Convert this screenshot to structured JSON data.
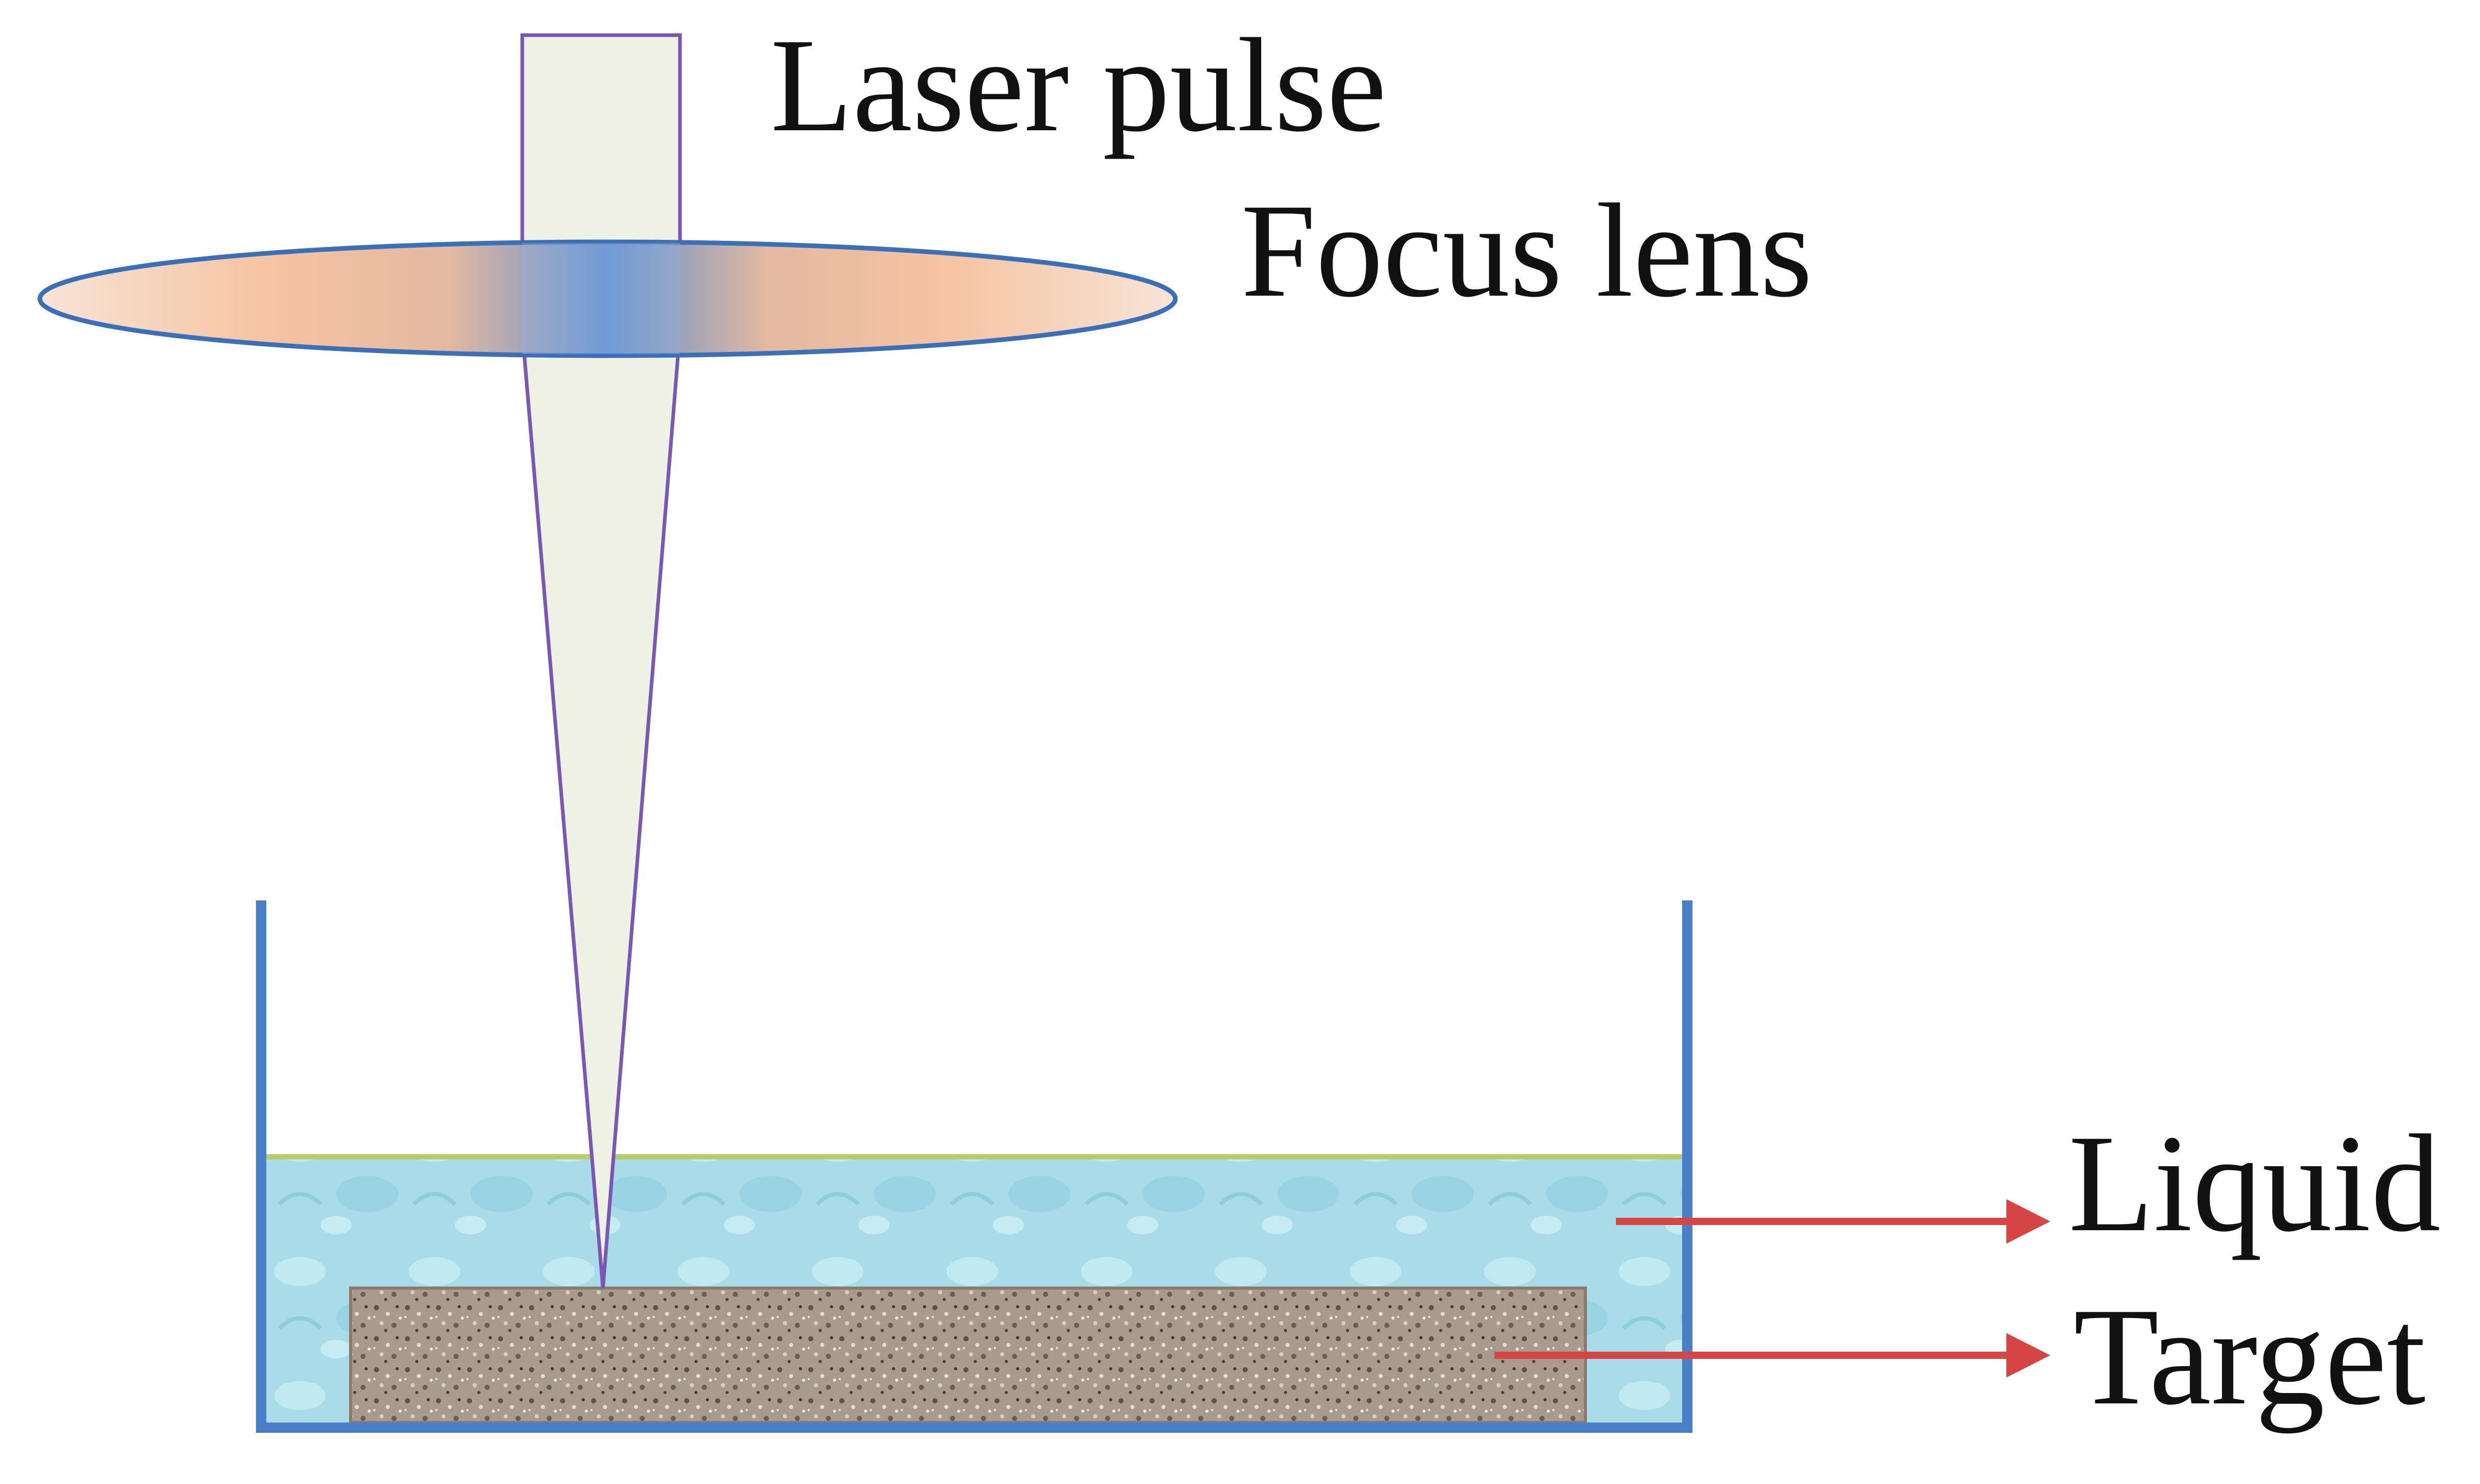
{
  "labels": {
    "laser_pulse": "Laser pulse",
    "focus_lens": "Focus lens",
    "liquid": "Liquid",
    "target": "Target"
  },
  "colors": {
    "beam_fill": "#eef1e4",
    "beam_stroke": "#7b57b5",
    "lens_edge": "#d9a583",
    "lens_center": "#5f8fd0",
    "lens_stroke": "#3b6fb8",
    "container": "#4a7ec6",
    "liquid": "#a8dbe7",
    "liquid_surface": "#b6cc6a",
    "target": "#9c8d80",
    "arrow": "#d64545"
  }
}
